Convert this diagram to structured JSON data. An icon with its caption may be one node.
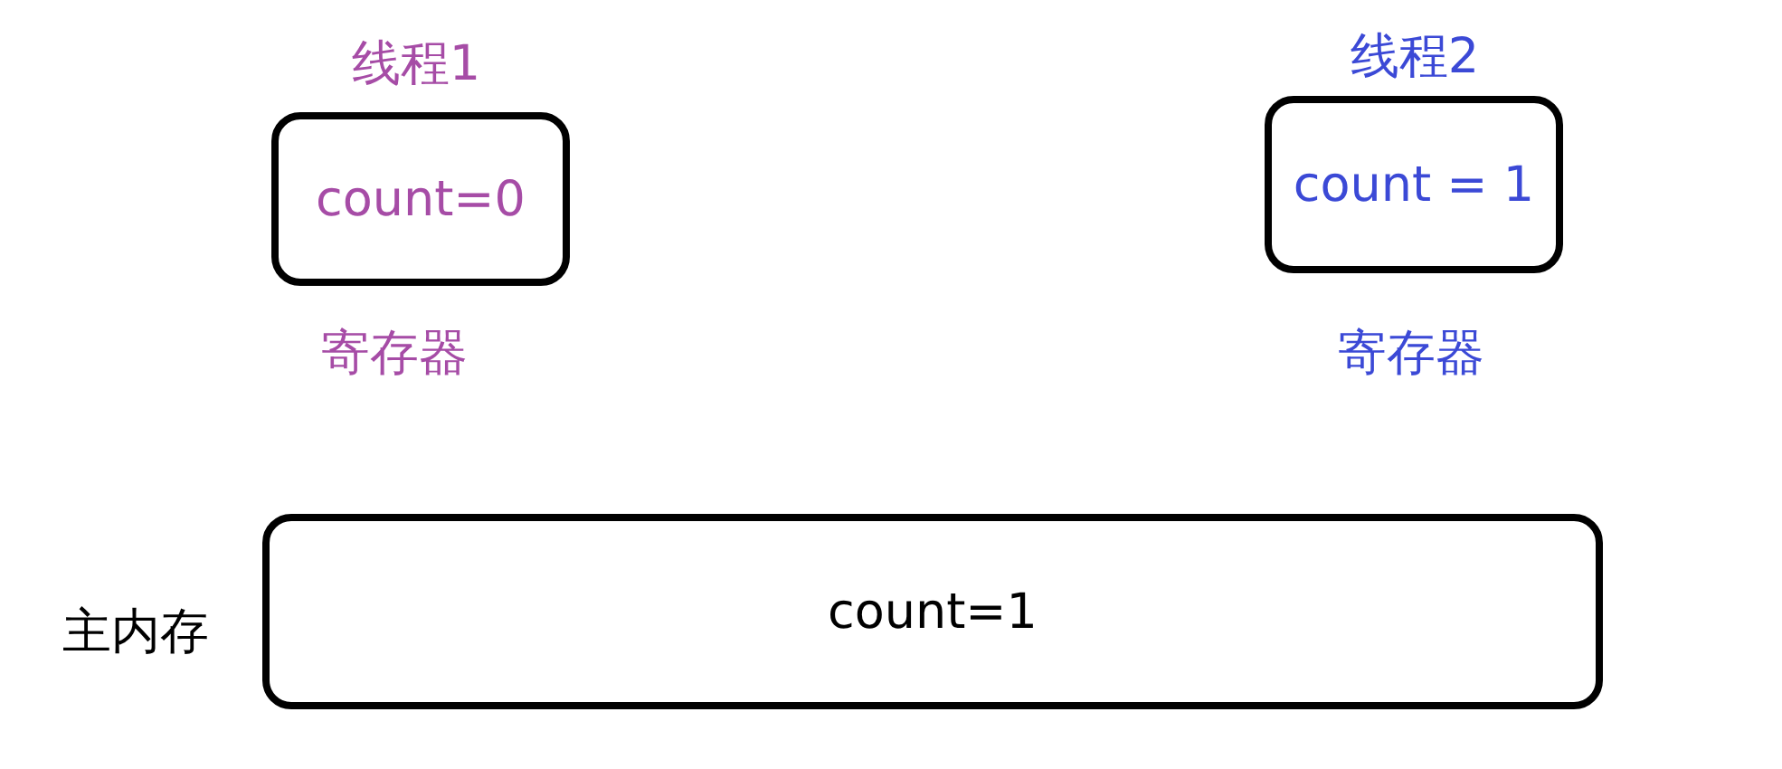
{
  "diagram": {
    "nodes": [
      {
        "text": [
          "线程1",
          "count=0"
        ],
        "beside": [
          "寄存器"
        ]
      },
      {
        "text": [
          "线程2",
          "count = 1"
        ],
        "beside": [
          "寄存器"
        ]
      },
      {
        "text": [
          "count=1"
        ],
        "beside": [
          "主内存"
        ]
      }
    ]
  }
}
